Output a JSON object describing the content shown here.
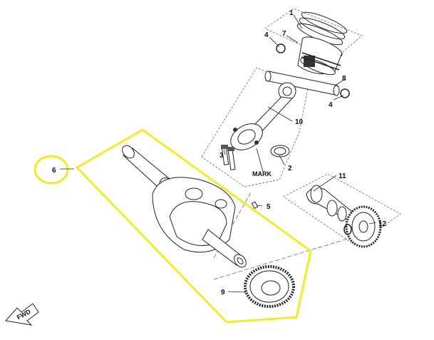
{
  "diagram": {
    "callouts": [
      {
        "id": "c1",
        "text": "1"
      },
      {
        "id": "c2",
        "text": "2"
      },
      {
        "id": "c3",
        "text": "3"
      },
      {
        "id": "c4a",
        "text": "4"
      },
      {
        "id": "c4b",
        "text": "4"
      },
      {
        "id": "c5",
        "text": "5"
      },
      {
        "id": "c6",
        "text": "6"
      },
      {
        "id": "c7",
        "text": "7"
      },
      {
        "id": "c8",
        "text": "8"
      },
      {
        "id": "c9",
        "text": "9"
      },
      {
        "id": "c10",
        "text": "10"
      },
      {
        "id": "c11",
        "text": "11"
      },
      {
        "id": "c12",
        "text": "12"
      }
    ],
    "mark_text": "MARK",
    "fwd_text": "FWD",
    "highlight_color": "#f2ea2a",
    "line_color": "#222222"
  }
}
